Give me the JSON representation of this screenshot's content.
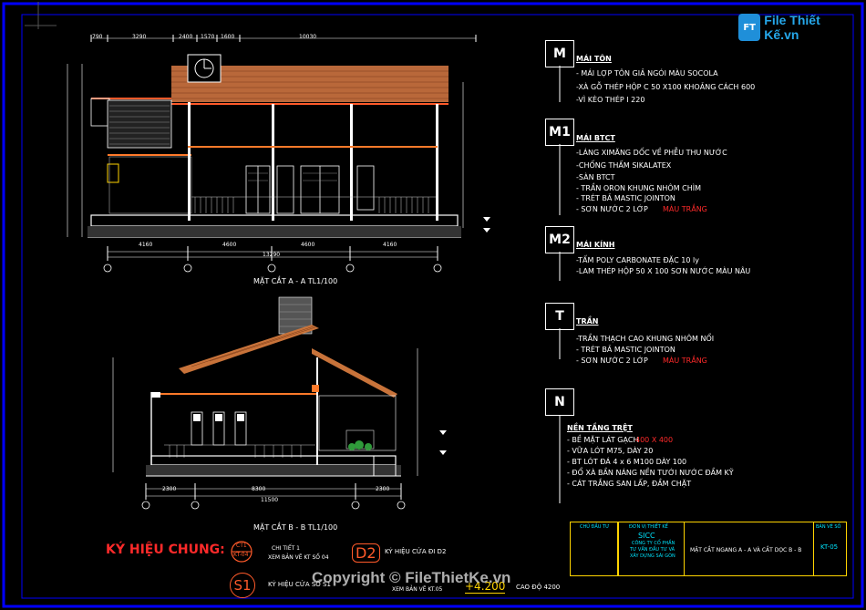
{
  "brand": {
    "name": "File Thiết Kế.vn",
    "icon": "logo-icon"
  },
  "sections": {
    "a": {
      "label": "MẶT CẮT A - A TL1/100"
    },
    "b": {
      "label": "MẶT CẮT B - B TL1/100"
    }
  },
  "dims_a": {
    "top": [
      "790",
      "3290",
      "2400",
      "1570",
      "1600",
      "10030"
    ],
    "bottom": [
      "4160",
      "4600",
      "4600",
      "4160"
    ],
    "total": "13290"
  },
  "dims_b": {
    "bottom": [
      "2300",
      "8300",
      "2300"
    ],
    "total": "11500"
  },
  "legend": [
    {
      "code": "M",
      "title": "MÁI TÔN",
      "lines": [
        {
          "text": "- MÁI LỢP TÔN GIẢ NGÓI MÀU SOCOLA"
        },
        {
          "text": "-XÀ GỖ THÉP HỘP C 50 X100  KHOẢNG CÁCH 600"
        },
        {
          "text": "-VÌ KÈO THÉP I 220"
        }
      ]
    },
    {
      "code": "M1",
      "title": "MÁI BTCT",
      "lines": [
        {
          "text": "-LÁNG XIMĂNG DỐC VỀ PHỄU THU NƯỚC"
        },
        {
          "text": "-CHỐNG THẤM SIKALATEX"
        },
        {
          "text": "-SÀN BTCT"
        },
        {
          "text": " - TRẦN ORON KHUNG NHÔM CHÌM"
        },
        {
          "text": " - TRÉT BẢ MASTIC JOINTON"
        },
        {
          "text": " - SƠN NƯỚC 2 LỚP",
          "red": "MÀU TRẮNG"
        }
      ]
    },
    {
      "code": "M2",
      "title": "MÁI KÍNH",
      "lines": [
        {
          "text": "-TẤM POLY CARBONATE ĐẶC 10 ly"
        },
        {
          "text": "-LAM THÉP HỘP 50 X 100 SƠN NƯỚC MÀU NÂU"
        }
      ]
    },
    {
      "code": "T",
      "title": "TRẦN",
      "lines": [
        {
          "text": "-TRẦN THẠCH CAO KHUNG NHÔM NỔI"
        },
        {
          "text": " - TRÉT BẢ MASTIC JOINTON"
        },
        {
          "text": " - SƠN NƯỚC 2 LỚP",
          "red": "MÀU TRẮNG"
        }
      ]
    },
    {
      "code": "N",
      "title": "NỀN TẦNG TRỆT",
      "lines": [
        {
          "text": "- BỀ MẶT LÁT GẠCH",
          "red": "400 X 400"
        },
        {
          "text": "- VỮA LÓT M75, DÀY 20"
        },
        {
          "text": "- BT LÓT ĐÁ 4 x 6 M100 DÀY 100"
        },
        {
          "text": "- ĐỔ XÀ BẦN NÁNG NỀN TƯỚI NƯỚC ĐẦM KỸ"
        },
        {
          "text": "- CÁT TRẮNG SAN LẤP, ĐẦM CHẶT"
        }
      ]
    }
  ],
  "symbols": {
    "heading": "KÝ HIỆU CHUNG:",
    "ct_code": "CT1",
    "ct_sub": "KT-04",
    "ct_line1": "CHI TIẾT 1",
    "ct_line2": "XEM BẢN VẼ KT SỐ 04",
    "d2_code": "D2",
    "d2_text": "KÝ HIỆU CỬA ĐI D2",
    "s1_code": "S1",
    "s1_text": "KÝ HIỆU CỬA SỔ S1",
    "kt05_text": "XEM BẢN VẼ KT.05",
    "level": "+4.200",
    "level_text": "CAO ĐỘ 4200"
  },
  "title_block": {
    "company": "SICC",
    "company_sub1": "CÔNG TY CỔ PHẦN",
    "company_sub2": "TƯ VẤN ĐẦU TƯ VÀ",
    "company_sub3": "XÂY DỰNG SÀI GÒN",
    "drawing_title": "MẶT CẮT NGANG A - A VÀ CẮT DỌC B - B",
    "sheet": "KT-05",
    "h1": "CHỦ ĐẦU TƯ",
    "h2": "ĐƠN VỊ THIẾT KẾ",
    "h3": "BẢN VẼ SỐ"
  },
  "watermark": "Copyright © FileThietKe.vn",
  "colors": {
    "frame": "#0000ff",
    "roof": "#c8733a",
    "accent": "#ff2a2a",
    "titleblock": "#ffd400",
    "legend": "#ffffff"
  }
}
